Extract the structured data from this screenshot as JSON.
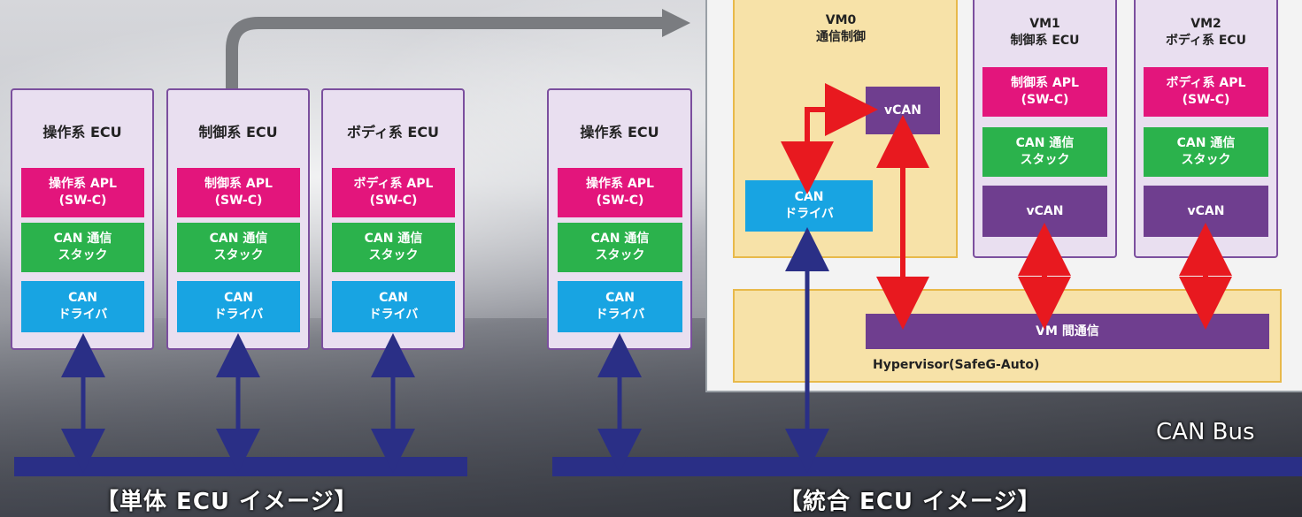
{
  "single_ecus": [
    {
      "title": "操作系 ECU",
      "apl": [
        "操作系 APL",
        "(SW-C)"
      ],
      "stack": [
        "CAN 通信",
        "スタック"
      ],
      "driver": [
        "CAN",
        "ドライバ"
      ]
    },
    {
      "title": "制御系 ECU",
      "apl": [
        "制御系 APL",
        "(SW-C)"
      ],
      "stack": [
        "CAN 通信",
        "スタック"
      ],
      "driver": [
        "CAN",
        "ドライバ"
      ]
    },
    {
      "title": "ボディ系 ECU",
      "apl": [
        "ボディ系 APL",
        "(SW-C)"
      ],
      "stack": [
        "CAN 通信",
        "スタック"
      ],
      "driver": [
        "CAN",
        "ドライバ"
      ]
    }
  ],
  "integrated_ecu": {
    "title": "操作系 ECU",
    "apl": [
      "操作系 APL",
      "(SW-C)"
    ],
    "stack": [
      "CAN 通信",
      "スタック"
    ],
    "driver": [
      "CAN",
      "ドライバ"
    ]
  },
  "vm0": {
    "name": "VM0",
    "role": "通信制御",
    "vcan": "vCAN",
    "driver": [
      "CAN",
      "ドライバ"
    ]
  },
  "vms": [
    {
      "name": "VM1",
      "role": "制御系 ECU",
      "apl": [
        "制御系 APL",
        "(SW-C)"
      ],
      "stack": [
        "CAN 通信",
        "スタック"
      ],
      "vcan": "vCAN"
    },
    {
      "name": "VM2",
      "role": "ボディ系 ECU",
      "apl": [
        "ボディ系 APL",
        "(SW-C)"
      ],
      "stack": [
        "CAN 通信",
        "スタック"
      ],
      "vcan": "vCAN"
    }
  ],
  "hypervisor": {
    "comm_label": "VM 間通信",
    "label": "Hypervisor(SafeG-Auto)"
  },
  "bus_label": "CAN Bus",
  "captions": {
    "single": "【単体 ECU イメージ】",
    "integrated": "【統合 ECU イメージ】"
  },
  "colors": {
    "apl": "#e3157c",
    "stack": "#2bb24c",
    "driver": "#18a4e2",
    "vcan": "#6f3e8f",
    "bus": "#2a2f86",
    "red_arrow": "#e8191f",
    "gray_arrow": "#7a7c80"
  }
}
